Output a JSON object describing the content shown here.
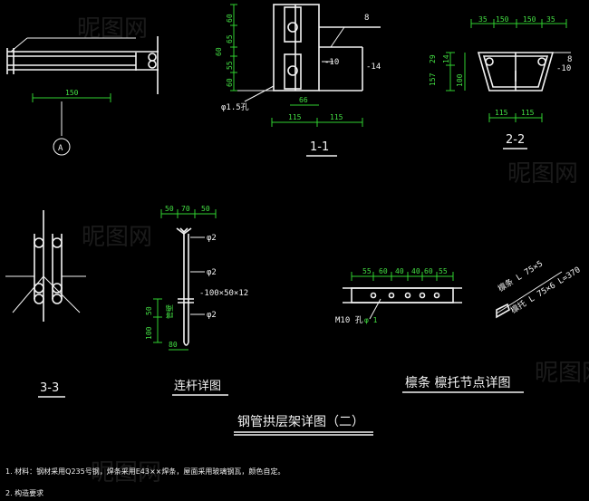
{
  "drawing_title": "钢管拱层架详图（二）",
  "sections": {
    "s11": "1-1",
    "s22": "2-2",
    "s33": "3-3",
    "axis_a": "A"
  },
  "captions": {
    "tie_rod": "连杆详图",
    "purlin": "檩条 檩托节点详图"
  },
  "dims": {
    "plan_150": "150",
    "s11_60a": "60",
    "s11_65": "65",
    "s11_60b": "60",
    "s11_55": "55",
    "s11_60c": "60",
    "s11_66": "66",
    "s11_115a": "115",
    "s11_115b": "115",
    "s11_8": "8",
    "s11_10": "-10",
    "s11_14": "-14",
    "s11_hole": "φ1.5孔",
    "s22_35a": "35",
    "s22_150a": "150",
    "s22_150b": "150",
    "s22_35b": "35",
    "s22_29": "29",
    "s22_157": "157",
    "s22_14": "14",
    "s22_100": "100",
    "s22_8": "8",
    "s22_10": "-10",
    "s22_115a": "115",
    "s22_115b": "115",
    "tr_50a": "50",
    "tr_70": "70",
    "tr_50b": "50",
    "tr_phi2a": "φ2",
    "tr_phi2b": "φ2",
    "tr_plate": "-100×50×12",
    "tr_phi2c": "φ2",
    "tr_50c": "50",
    "tr_100": "100",
    "tr_gap": "管壁",
    "tr_80": "80",
    "pu_55a": "55",
    "pu_60a": "60",
    "pu_40a": "40",
    "pu_40b": "40",
    "pu_60b": "60",
    "pu_55b": "55",
    "pu_m10": "M10 孔",
    "pu_phi1": "φ 1",
    "pu_purlin": "檩条 L 75×5",
    "pu_bracket": "檩托 L 75×6 L=370"
  },
  "notes": {
    "n1": "1. 材料：钢材采用Q235号钢，焊条采用E43××焊条，屋面采用玻璃钢瓦，颜色自定。",
    "n2": "2. 构造要求"
  },
  "watermark": "昵图网",
  "colors": {
    "line": "#f2f2f2",
    "dim": "#2fd12f",
    "bg": "#000000"
  }
}
